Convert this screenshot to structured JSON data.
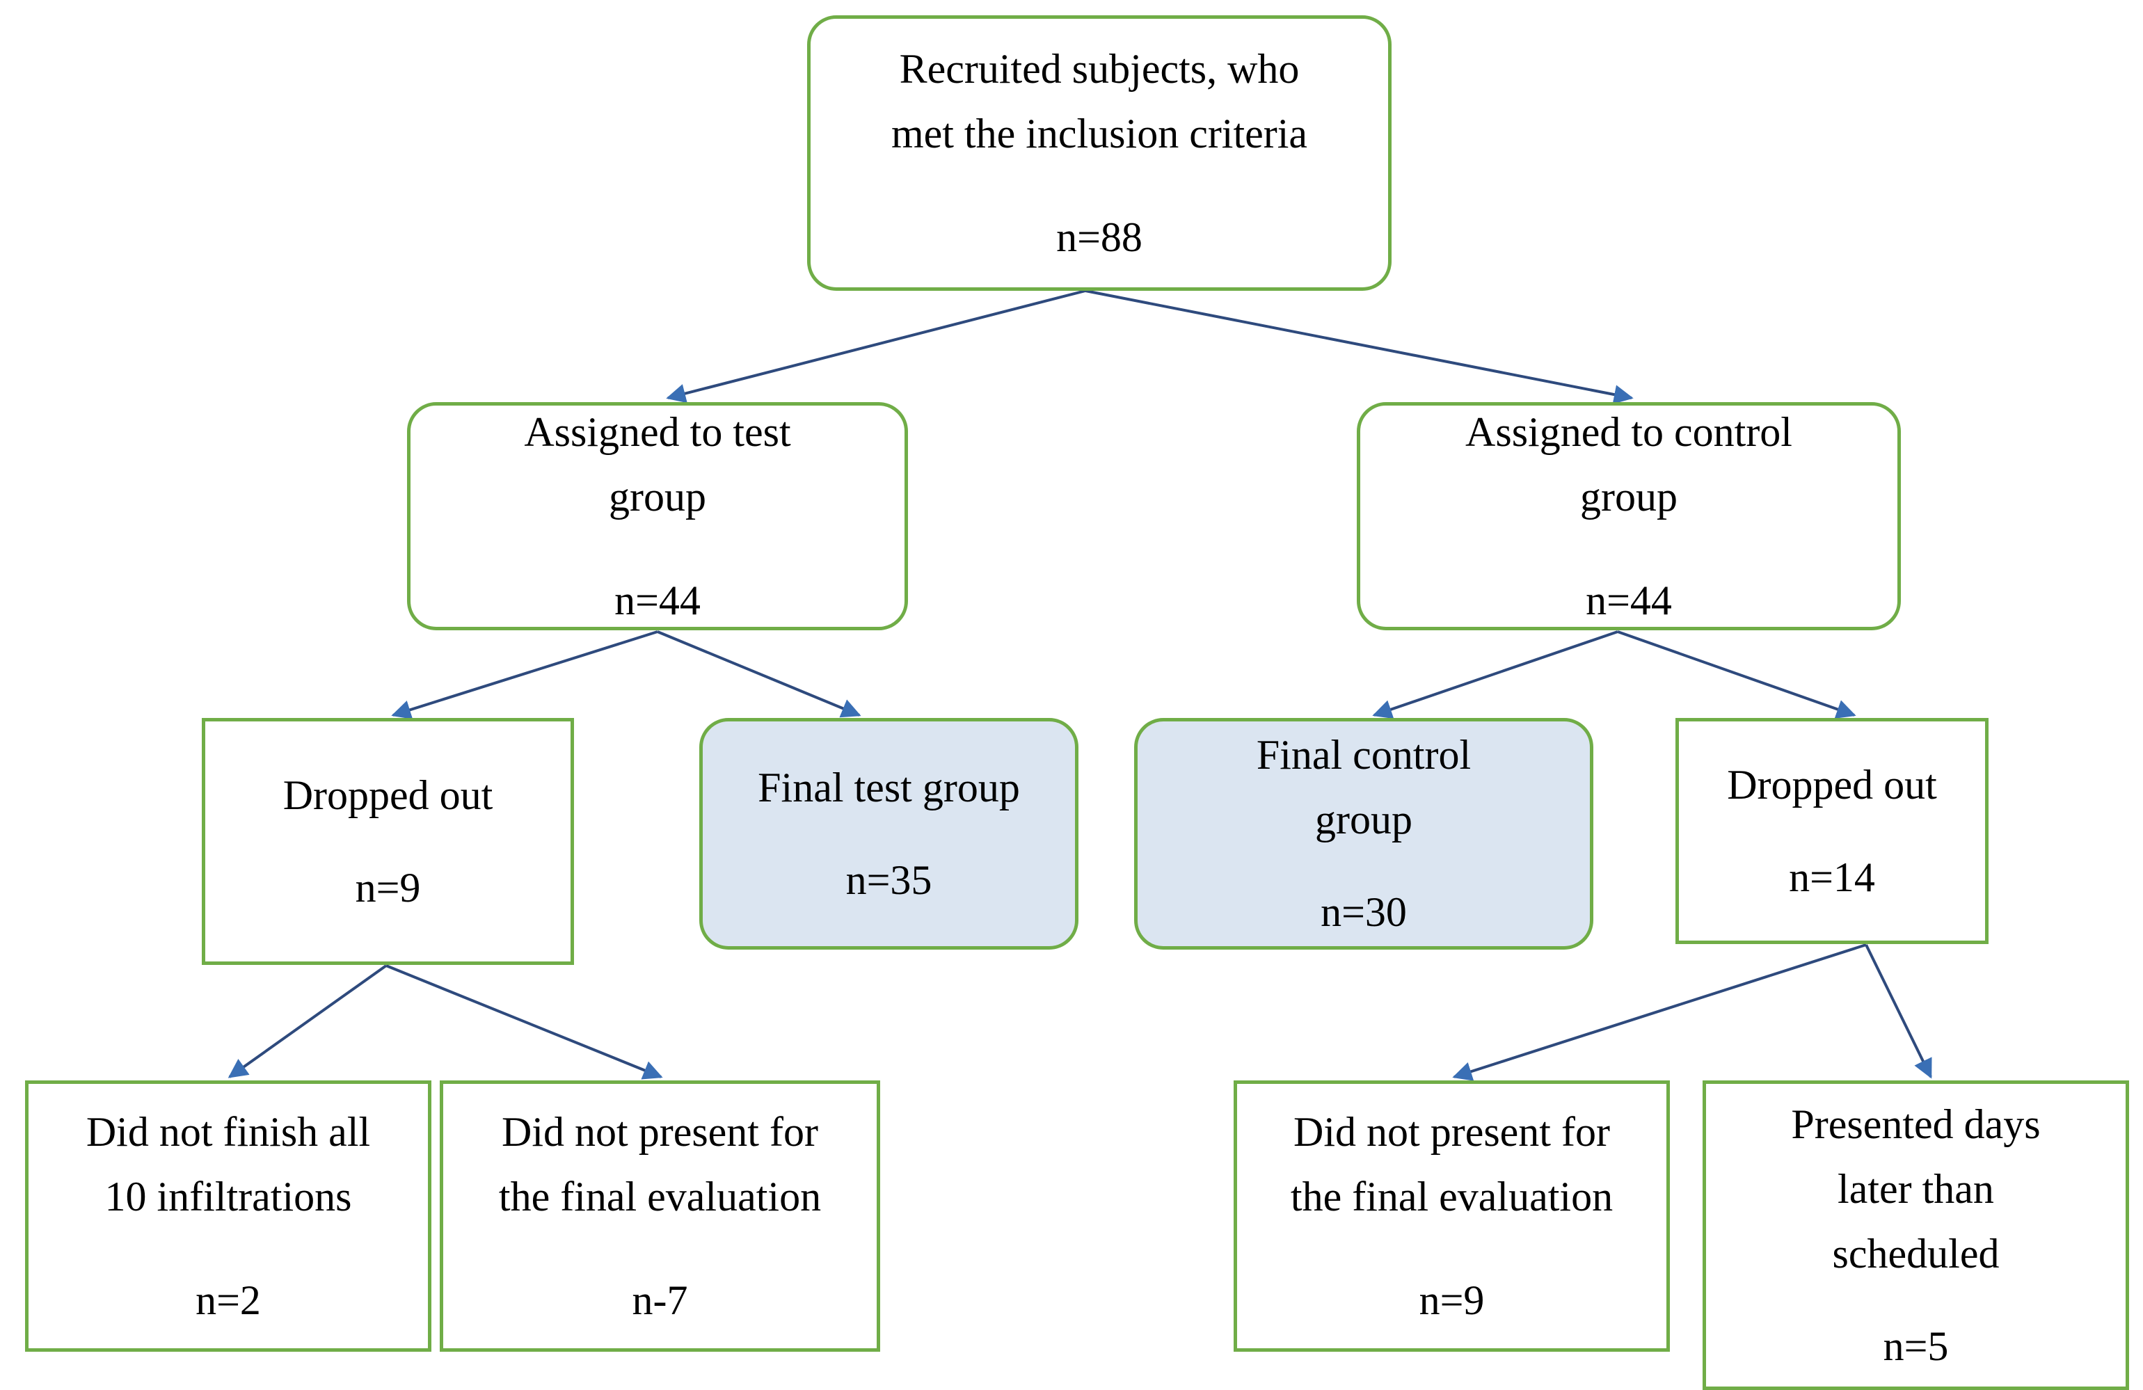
{
  "diagram": {
    "type": "participant-flow-diagram",
    "colors": {
      "node_border": "#70ad47",
      "node_fill": "#ffffff",
      "highlight_fill": "#dbe5f1",
      "connector_line": "#2e4a7d",
      "arrowhead": "#3a6fb5",
      "text": "#000000",
      "background": "#ffffff"
    },
    "nodes": {
      "recruited": {
        "title": "Recruited subjects, who\nmet the inclusion criteria",
        "count": "n=88"
      },
      "assigned_test": {
        "title": "Assigned to test\ngroup",
        "count": "n=44"
      },
      "assigned_control": {
        "title": "Assigned to control\ngroup",
        "count": "n=44"
      },
      "dropped_test": {
        "title": "Dropped out",
        "count": "n=9"
      },
      "final_test": {
        "title": "Final test group",
        "count": "n=35"
      },
      "final_control": {
        "title": "Final control\ngroup",
        "count": "n=30"
      },
      "dropped_control": {
        "title": "Dropped out",
        "count": "n=14"
      },
      "test_reason_1": {
        "title": "Did not finish all\n10 infiltrations",
        "count": "n=2"
      },
      "test_reason_2": {
        "title": "Did not present for\nthe final evaluation",
        "count": "n-7"
      },
      "control_reason_1": {
        "title": "Did not present for\nthe final evaluation",
        "count": "n=9"
      },
      "control_reason_2": {
        "title": "Presented days\nlater than\nscheduled",
        "count": "n=5"
      }
    },
    "edges": [
      {
        "from": "recruited",
        "to": "assigned_test"
      },
      {
        "from": "recruited",
        "to": "assigned_control"
      },
      {
        "from": "assigned_test",
        "to": "dropped_test"
      },
      {
        "from": "assigned_test",
        "to": "final_test"
      },
      {
        "from": "assigned_control",
        "to": "final_control"
      },
      {
        "from": "assigned_control",
        "to": "dropped_control"
      },
      {
        "from": "dropped_test",
        "to": "test_reason_1"
      },
      {
        "from": "dropped_test",
        "to": "test_reason_2"
      },
      {
        "from": "dropped_control",
        "to": "control_reason_1"
      },
      {
        "from": "dropped_control",
        "to": "control_reason_2"
      }
    ]
  }
}
